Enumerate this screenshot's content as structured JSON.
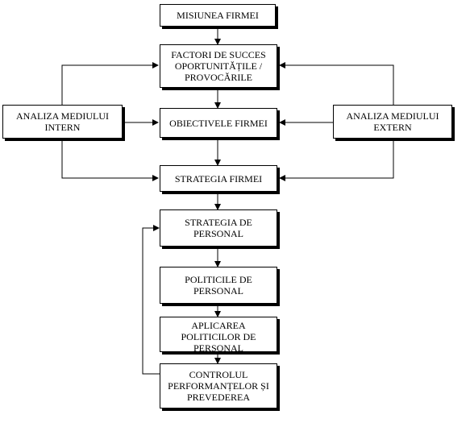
{
  "boxes": {
    "misiunea": "MISIUNEA FIRMEI",
    "factori": "FACTORI DE SUCCES\nOPORTUNITĂȚILE /\nPROVOCĂRILE",
    "mediu_intern": "ANALIZA MEDIULUI\nINTERN",
    "obiective": "OBIECTIVELE FIRMEI",
    "mediu_extern": "ANALIZA MEDIULUI\nEXTERN",
    "strategia_firmei": "STRATEGIA FIRMEI",
    "strategia_personal": "STRATEGIA DE\nPERSONAL",
    "politici": "POLITICILE DE\nPERSONAL",
    "aplicarea": "APLICAREA\nPOLITICILOR DE\nPERSONAL",
    "controlul": "CONTROLUL\nPERFORMANȚELOR ȘI\nPREVEDEREA"
  },
  "colors": {
    "line": "#000000",
    "box_fill": "#ffffff",
    "shadow": "#000000"
  }
}
